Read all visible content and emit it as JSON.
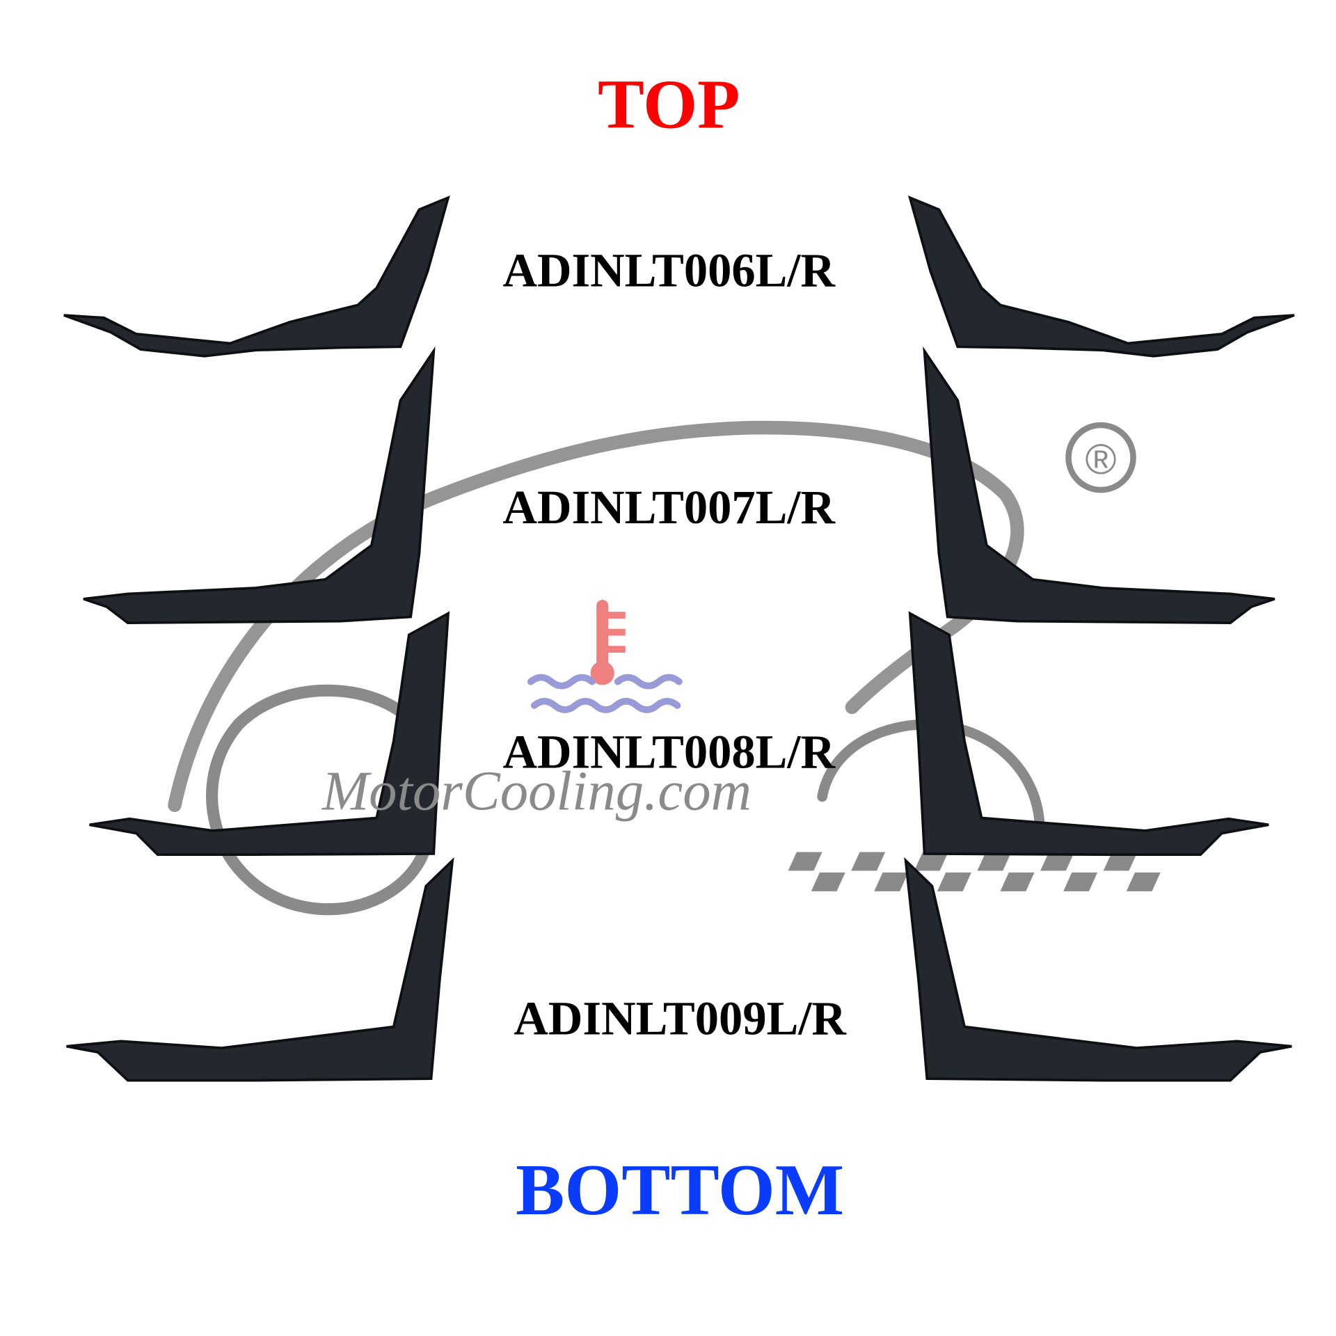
{
  "header": {
    "title": "TOP",
    "title_color": "#ff0000"
  },
  "footer": {
    "title": "BOTTOM",
    "title_color": "#0a3cff"
  },
  "parts": [
    {
      "label": "ADINLT006L/R"
    },
    {
      "label": "ADINLT007L/R"
    },
    {
      "label": "ADINLT008L/R"
    },
    {
      "label": "ADINLT009L/R"
    }
  ],
  "watermark": {
    "text": "MotorCooling.com",
    "registered_mark": "®",
    "color": "#8a8a8a",
    "icon": "coolant-temperature-icon",
    "icon_colors": {
      "thermometer": "#f08080",
      "waves": "#9a9ad8"
    }
  }
}
